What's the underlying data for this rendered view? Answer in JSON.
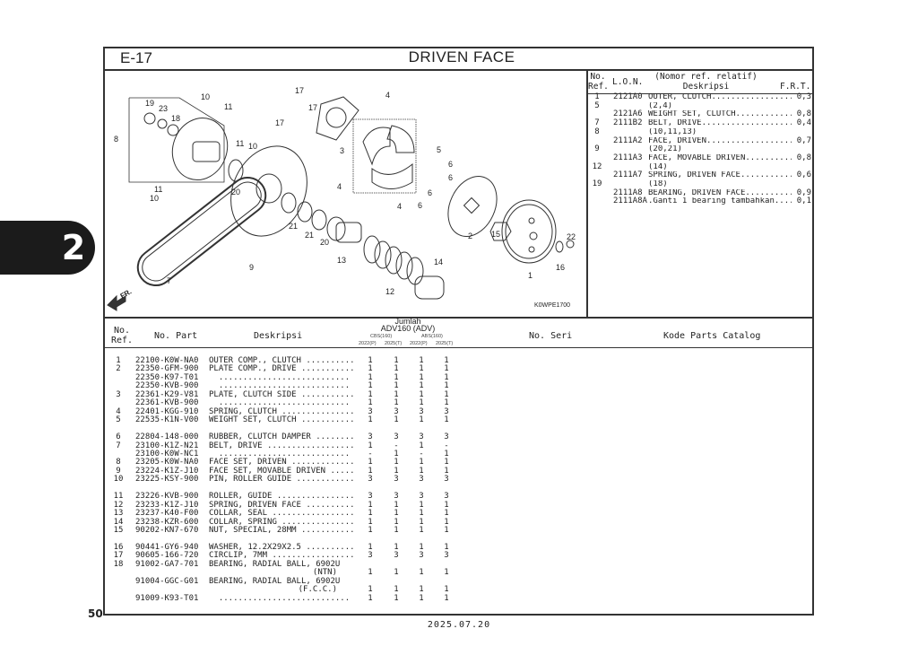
{
  "section": {
    "code": "E-17",
    "title": "DRIVEN FACE"
  },
  "chapter_tab": "2",
  "page_number": "50",
  "date": "2025.07.20",
  "diagram": {
    "code": "K0WPE1700",
    "front_label": "FR.",
    "callouts": [
      "10",
      "11",
      "19",
      "23",
      "18",
      "8",
      "11",
      "10",
      "20",
      "11",
      "10",
      "7",
      "9",
      "21",
      "21",
      "20",
      "13",
      "12",
      "14",
      "17",
      "17",
      "17",
      "3",
      "4",
      "5",
      "4",
      "4",
      "6",
      "6",
      "6",
      "6",
      "2",
      "15",
      "1",
      "16",
      "22"
    ]
  },
  "frt_table": {
    "headers": {
      "ref": "No.\nRef.",
      "lon": "L.O.N.",
      "desc_top": "(Nomor ref. relatif)",
      "desc": "Deskripsi",
      "frt": "F.R.T."
    },
    "rows": [
      {
        "ref": "1",
        "lon": "2121A0",
        "desc": "OUTER, CLUTCH....................",
        "frt": "0,3"
      },
      {
        "ref": "5",
        "lon": "",
        "desc": "(2,4)",
        "frt": ""
      },
      {
        "ref": "",
        "lon": "2121A6",
        "desc": "WEIGHT SET, CLUTCH...............",
        "frt": "0,8"
      },
      {
        "ref": "7",
        "lon": "2111B2",
        "desc": "BELT, DRIVE......................",
        "frt": "0,4"
      },
      {
        "ref": "8",
        "lon": "",
        "desc": "(10,11,13)",
        "frt": ""
      },
      {
        "ref": "",
        "lon": "2111A2",
        "desc": "FACE, DRIVEN.....................",
        "frt": "0,7"
      },
      {
        "ref": "9",
        "lon": "",
        "desc": "(20,21)",
        "frt": ""
      },
      {
        "ref": "",
        "lon": "2111A3",
        "desc": "FACE, MOVABLE DRIVEN.............",
        "frt": "0,8"
      },
      {
        "ref": "12",
        "lon": "",
        "desc": "(14)",
        "frt": ""
      },
      {
        "ref": "",
        "lon": "2111A7",
        "desc": "SPRING, DRIVEN FACE..............",
        "frt": "0,6"
      },
      {
        "ref": "19",
        "lon": "",
        "desc": "(18)",
        "frt": ""
      },
      {
        "ref": "",
        "lon": "2111A8",
        "desc": "BEARING, DRIVEN FACE.............",
        "frt": "0,9"
      },
      {
        "ref": "",
        "lon": "2111A8A",
        "desc": ".Ganti 1 bearing tambahkan.......",
        "frt": "0,1"
      }
    ]
  },
  "parts_table": {
    "headers": {
      "ref": "No.\nRef.",
      "part": "No. Part",
      "desc": "Deskripsi",
      "qty_title": "Jumlah",
      "model": "ADV160 (ADV)",
      "groups": [
        "CBS(160)",
        "ABS(160)"
      ],
      "years": [
        "2022(P)",
        "2025(T)",
        "2022(P)",
        "2025(T)"
      ],
      "serial": "No. Seri",
      "catalog": "Kode Parts Catalog"
    },
    "rows": [
      {
        "ref": "1",
        "part": "22100-K0W-NA0",
        "desc": "OUTER COMP., CLUTCH ..........",
        "q": [
          "1",
          "1",
          "1",
          "1"
        ]
      },
      {
        "ref": "2",
        "part": "22350-GFM-900",
        "desc": "PLATE COMP., DRIVE ...........",
        "q": [
          "1",
          "1",
          "1",
          "1"
        ]
      },
      {
        "ref": "",
        "part": "22350-K97-T01",
        "desc": "  ...........................",
        "q": [
          "1",
          "1",
          "1",
          "1"
        ]
      },
      {
        "ref": "",
        "part": "22350-KVB-900",
        "desc": "  ...........................",
        "q": [
          "1",
          "1",
          "1",
          "1"
        ]
      },
      {
        "ref": "3",
        "part": "22361-K29-V81",
        "desc": "PLATE, CLUTCH SIDE ...........",
        "q": [
          "1",
          "1",
          "1",
          "1"
        ]
      },
      {
        "ref": "",
        "part": "22361-KVB-900",
        "desc": "  ...........................",
        "q": [
          "1",
          "1",
          "1",
          "1"
        ]
      },
      {
        "ref": "4",
        "part": "22401-KGG-910",
        "desc": "SPRING, CLUTCH ...............",
        "q": [
          "3",
          "3",
          "3",
          "3"
        ]
      },
      {
        "ref": "5",
        "part": "22535-K1N-V00",
        "desc": "WEIGHT SET, CLUTCH ...........",
        "q": [
          "1",
          "1",
          "1",
          "1"
        ]
      },
      {
        "gap": true,
        "ref": "6",
        "part": "22804-148-000",
        "desc": "RUBBER, CLUTCH DAMPER ........",
        "q": [
          "3",
          "3",
          "3",
          "3"
        ]
      },
      {
        "ref": "7",
        "part": "23100-K1Z-N21",
        "desc": "BELT, DRIVE ..................",
        "q": [
          "1",
          "-",
          "1",
          "-"
        ]
      },
      {
        "ref": "",
        "part": "23100-K0W-NC1",
        "desc": "  ...........................",
        "q": [
          "-",
          "1",
          "-",
          "1"
        ]
      },
      {
        "ref": "8",
        "part": "23205-K0W-NA0",
        "desc": "FACE SET, DRIVEN .............",
        "q": [
          "1",
          "1",
          "1",
          "1"
        ]
      },
      {
        "ref": "9",
        "part": "23224-K1Z-J10",
        "desc": "FACE SET, MOVABLE DRIVEN .....",
        "q": [
          "1",
          "1",
          "1",
          "1"
        ]
      },
      {
        "ref": "10",
        "part": "23225-KSY-900",
        "desc": "PIN, ROLLER GUIDE ............",
        "q": [
          "3",
          "3",
          "3",
          "3"
        ]
      },
      {
        "gap": true,
        "ref": "11",
        "part": "23226-KVB-900",
        "desc": "ROLLER, GUIDE ................",
        "q": [
          "3",
          "3",
          "3",
          "3"
        ]
      },
      {
        "ref": "12",
        "part": "23233-K1Z-J10",
        "desc": "SPRING, DRIVEN FACE ..........",
        "q": [
          "1",
          "1",
          "1",
          "1"
        ]
      },
      {
        "ref": "13",
        "part": "23237-K40-F00",
        "desc": "COLLAR, SEAL .................",
        "q": [
          "1",
          "1",
          "1",
          "1"
        ]
      },
      {
        "ref": "14",
        "part": "23238-KZR-600",
        "desc": "COLLAR, SPRING ...............",
        "q": [
          "1",
          "1",
          "1",
          "1"
        ]
      },
      {
        "ref": "15",
        "part": "90202-KN7-670",
        "desc": "NUT, SPECIAL, 28MM ...........",
        "q": [
          "1",
          "1",
          "1",
          "1"
        ]
      },
      {
        "gap": true,
        "ref": "16",
        "part": "90441-GY6-940",
        "desc": "WASHER, 12.2X29X2.5 ..........",
        "q": [
          "1",
          "1",
          "1",
          "1"
        ]
      },
      {
        "ref": "17",
        "part": "90605-166-720",
        "desc": "CIRCLIP, 7MM .................",
        "q": [
          "3",
          "3",
          "3",
          "3"
        ]
      },
      {
        "ref": "18",
        "part": "91002-GA7-701",
        "desc": "BEARING, RADIAL BALL, 6902U",
        "sub": "(NTN)",
        "q": [
          "1",
          "1",
          "1",
          "1"
        ]
      },
      {
        "ref": "",
        "part": "91004-GGC-G01",
        "desc": "BEARING, RADIAL BALL, 6902U",
        "sub": "(F.C.C.)",
        "q": [
          "1",
          "1",
          "1",
          "1"
        ]
      },
      {
        "ref": "",
        "part": "91009-K93-T01",
        "desc": "  ...........................",
        "q": [
          "1",
          "1",
          "1",
          "1"
        ]
      }
    ]
  }
}
